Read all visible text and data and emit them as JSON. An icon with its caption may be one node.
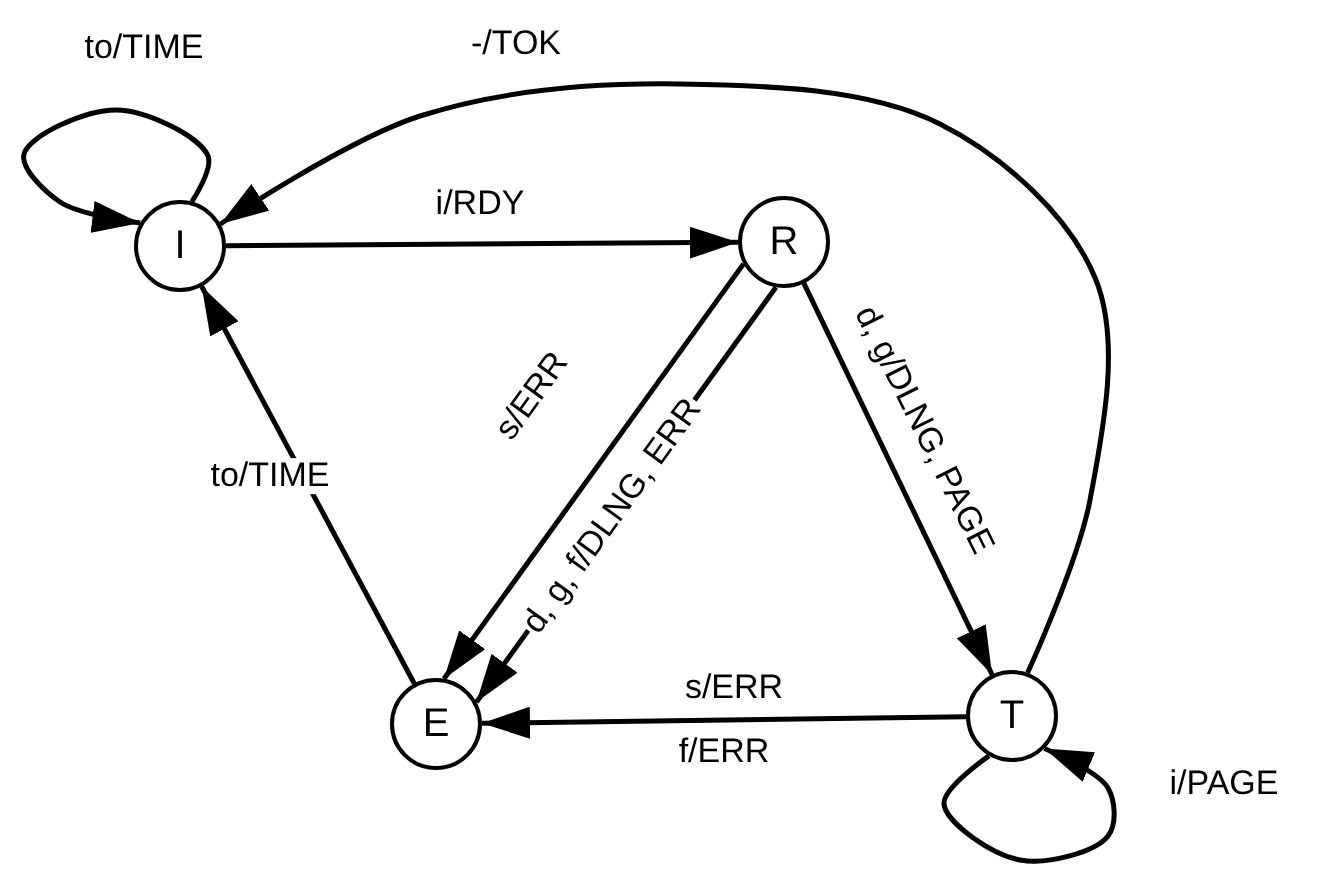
{
  "diagram": {
    "nodes": [
      {
        "text": [
          "I"
        ]
      },
      {
        "text": [
          "R"
        ]
      },
      {
        "text": [
          "E"
        ]
      },
      {
        "text": [
          "T"
        ]
      }
    ],
    "edges": [
      {
        "from": 0,
        "to": 0,
        "arrow": "to",
        "label": "to/TIME"
      },
      {
        "from": 0,
        "to": 1,
        "arrow": "to",
        "label": "i/RDY"
      },
      {
        "from": 3,
        "to": 0,
        "arrow": "to",
        "label": "-/TOK"
      },
      {
        "from": 1,
        "to": 2,
        "arrow": "to",
        "label": "s/ERR"
      },
      {
        "from": 1,
        "to": 2,
        "arrow": "to",
        "label": "d, g, f/DLNG, ERR"
      },
      {
        "from": 1,
        "to": 3,
        "arrow": "to",
        "label": "d, g/DLNG, PAGE"
      },
      {
        "from": 2,
        "to": 0,
        "arrow": "to",
        "label": "to/TIME"
      },
      {
        "from": 3,
        "to": 2,
        "arrow": "to",
        "label": "s/ERR"
      },
      {
        "from": 3,
        "to": 3,
        "arrow": "to",
        "label": "i/PAGE"
      }
    ],
    "labels": [
      "f/ERR"
    ]
  }
}
